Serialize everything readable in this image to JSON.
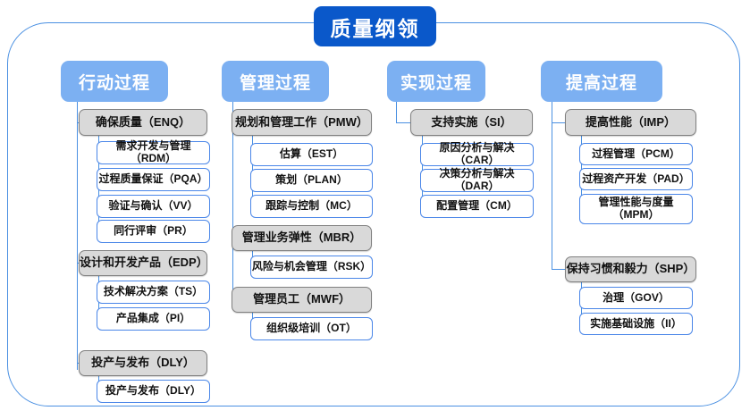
{
  "diagram": {
    "title": "质量纲领",
    "colors": {
      "title_bg": "#0a58ca",
      "header_bg": "#7cb0f2",
      "frame_border": "#4a90e2",
      "group_bg": "#d9d9d9",
      "group_border": "#808080",
      "leaf_border": "#4a86e8",
      "line": "#4a90e2"
    },
    "columns": [
      {
        "header": "行动过程",
        "groups": [
          {
            "label": "确保质量（ENQ）",
            "children": [
              "需求开发与管理（RDM）",
              "过程质量保证（PQA）",
              "验证与确认（VV）",
              "同行评审（PR）"
            ]
          },
          {
            "label": "设计和开发产品（EDP）",
            "children": [
              "技术解决方案（TS）",
              "产品集成（PI）"
            ]
          },
          {
            "label": "投产与发布（DLY）",
            "children": [
              "投产与发布（DLY）"
            ]
          }
        ]
      },
      {
        "header": "管理过程",
        "groups": [
          {
            "label": "规划和管理工作（PMW）",
            "children": [
              "估算（EST）",
              "策划（PLAN）",
              "跟踪与控制（MC）"
            ]
          },
          {
            "label": "管理业务弹性（MBR）",
            "children": [
              "风险与机会管理（RSK）"
            ]
          },
          {
            "label": "管理员工（MWF）",
            "children": [
              "组织级培训（OT）"
            ]
          }
        ]
      },
      {
        "header": "实现过程",
        "groups": [
          {
            "label": "支持实施（SI）",
            "children": [
              "原因分析与解决（CAR）",
              "决策分析与解决（DAR）",
              "配置管理（CM）"
            ]
          }
        ]
      },
      {
        "header": "提高过程",
        "groups": [
          {
            "label": "提高性能（IMP）",
            "children": [
              "过程管理（PCM）",
              "过程资产开发（PAD）",
              "管理性能与度量\n（MPM）"
            ]
          },
          {
            "label": "保持习惯和毅力（SHP）",
            "children": [
              "治理（GOV）",
              "实施基础设施（II）"
            ]
          }
        ]
      }
    ]
  }
}
